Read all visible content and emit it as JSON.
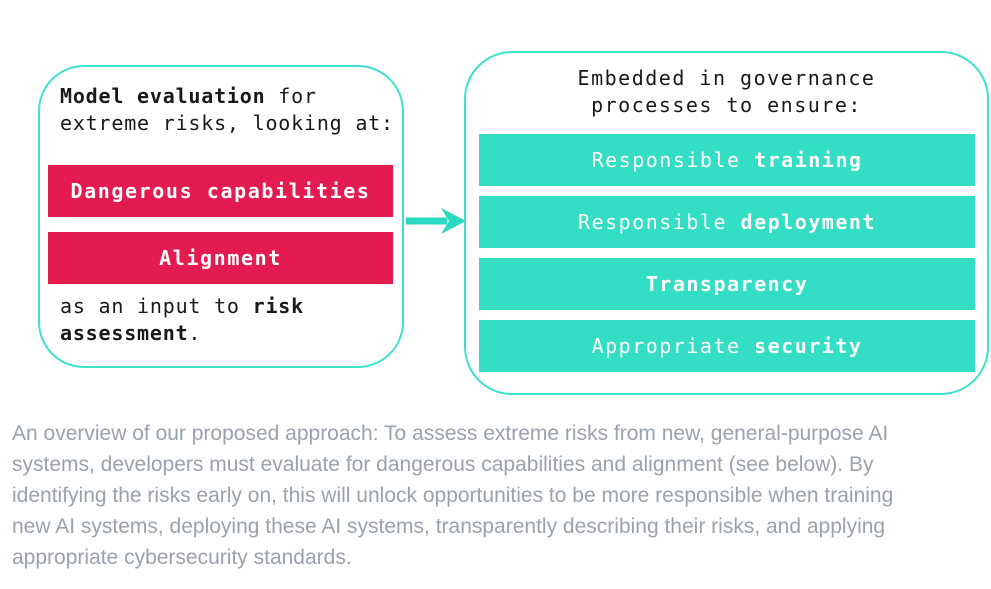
{
  "colors": {
    "teal_fill": "#34dec5",
    "teal_border": "#3ee1cd",
    "red_fill": "#e31b4e",
    "dark_text": "#17191c",
    "caption_gray": "#9aa2ab",
    "bar_text": "#ffffff"
  },
  "left_panel": {
    "title": {
      "line1_bold": "Model evaluation",
      "line1_rest": " for",
      "line2": "extreme risks, looking at:"
    },
    "bars": [
      {
        "label": "Dangerous capabilities"
      },
      {
        "label": "Alignment"
      }
    ],
    "footer": {
      "line1_start": "as an input to ",
      "line1_bold": "risk",
      "line2_bold": "assessment",
      "line2_rest": "."
    }
  },
  "arrow": {
    "icon": "right-arrow"
  },
  "right_panel": {
    "title": {
      "line1": "Embedded in governance",
      "line2": "processes to ensure:"
    },
    "bars": [
      {
        "segments": [
          {
            "text": "Responsible ",
            "bold": false
          },
          {
            "text": "training",
            "bold": true
          }
        ]
      },
      {
        "segments": [
          {
            "text": "Responsible ",
            "bold": false
          },
          {
            "text": "deployment",
            "bold": true
          }
        ]
      },
      {
        "segments": [
          {
            "text": "Transparency",
            "bold": true
          }
        ]
      },
      {
        "segments": [
          {
            "text": "Appropriate ",
            "bold": false
          },
          {
            "text": "security",
            "bold": true
          }
        ]
      }
    ]
  },
  "caption": {
    "lines": [
      "An overview of our proposed approach: To assess extreme risks from new, general-purpose AI",
      "systems, developers must evaluate for dangerous capabilities and alignment (see below). By",
      "identifying the risks early on, this will unlock opportunities to be more responsible when training",
      "new AI systems, deploying these AI systems, transparently describing their risks, and applying",
      "appropriate cybersecurity standards."
    ]
  }
}
